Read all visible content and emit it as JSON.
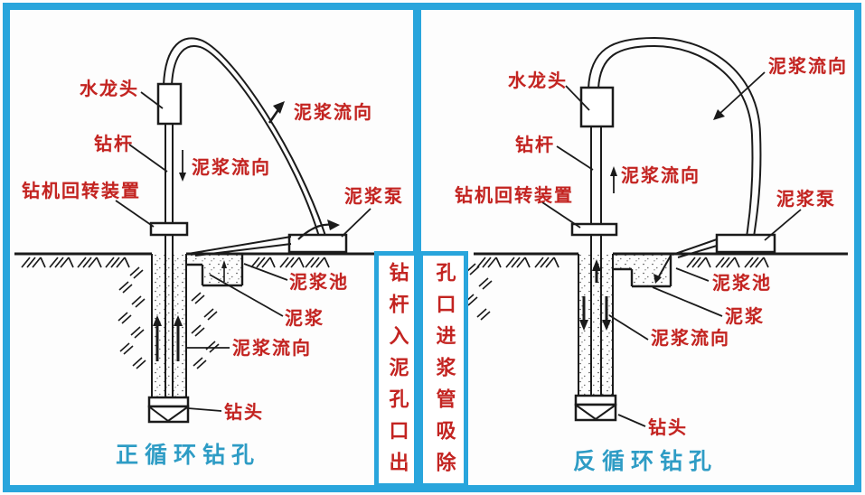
{
  "colors": {
    "frame_blue": "#29a5dc",
    "label_red": "#c32421",
    "caption_blue": "#2e9cc5",
    "ink": "#1b1b1b"
  },
  "panels": {
    "left": {
      "caption": "正循环钻孔",
      "labels": {
        "swivel": "水龙头",
        "drill_rod": "钻杆",
        "rotary_device": "钻机回转装置",
        "flow_rod": "泥浆流向",
        "flow_arc": "泥浆流向",
        "pump": "泥浆泵",
        "mud_pit": "泥浆池",
        "mud": "泥浆",
        "flow_hole": "泥浆流向",
        "bit": "钻头"
      }
    },
    "right": {
      "caption": "反循环钻孔",
      "labels": {
        "swivel": "水龙头",
        "drill_rod": "钻杆",
        "rotary_device": "钻机回转装置",
        "flow_rod": "泥浆流向",
        "flow_arc": "泥浆流向",
        "pump": "泥浆泵",
        "mud_pit": "泥浆池",
        "mud": "泥浆",
        "flow_hole": "泥浆流向",
        "bit": "钻头"
      }
    }
  },
  "center": {
    "left_box": "钻杆入泥孔口出",
    "right_box": "孔口进浆管吸除"
  }
}
